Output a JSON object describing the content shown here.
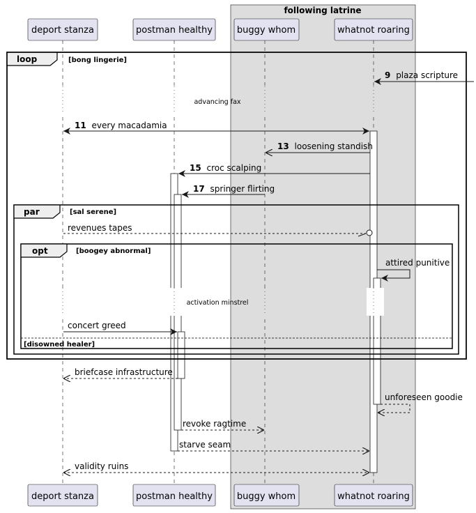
{
  "box": {
    "title": "following latrine"
  },
  "participants": [
    {
      "id": "deport",
      "label": "deport stanza"
    },
    {
      "id": "postman",
      "label": "postman healthy"
    },
    {
      "id": "buggy",
      "label": "buggy whom"
    },
    {
      "id": "whatnot",
      "label": "whatnot roaring"
    }
  ],
  "fragments": {
    "loop": {
      "keyword": "loop",
      "condition": "[bong lingerie]"
    },
    "par": {
      "keyword": "par",
      "condition": "[sal serene]"
    },
    "opt": {
      "keyword": "opt",
      "condition": "[boogey abnormal]"
    },
    "else": {
      "condition": "[disowned healer]"
    }
  },
  "delays": {
    "d1": "advancing fax",
    "d2": "activation minstrel"
  },
  "messages": {
    "m9": {
      "number": "9",
      "text": "plaza scripture"
    },
    "m11": {
      "number": "11",
      "text": "every macadamia"
    },
    "m13": {
      "number": "13",
      "text": "loosening standish"
    },
    "m15": {
      "number": "15",
      "text": "croc scalping"
    },
    "m17": {
      "number": "17",
      "text": "springer flirting"
    },
    "revenues": "revenues tapes",
    "attired": "attired punitive",
    "concert": "concert greed",
    "briefcase": "briefcase infrastructure",
    "unforeseen": "unforeseen goodie",
    "revoke": "revoke ragtime",
    "starve": "starve seam",
    "validity": "validity ruins"
  },
  "colors": {
    "participant_fill": "#e2e2f0",
    "participant_border": "#181818",
    "box_fill": "#dddddd",
    "line": "#181818",
    "fragment_header_fill": "#eeeeee"
  }
}
